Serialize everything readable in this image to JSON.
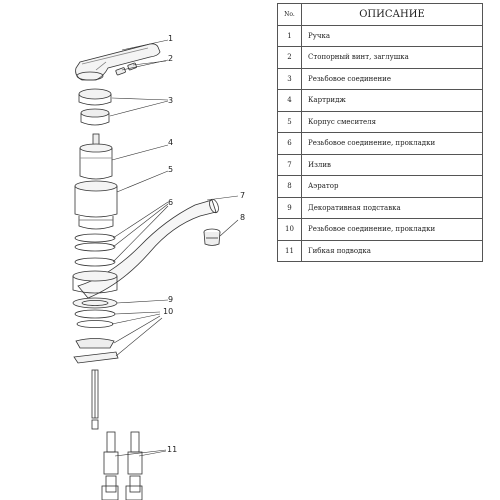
{
  "table": {
    "header": {
      "num": "No.",
      "desc": "ОПИСАНИЕ"
    },
    "rows": [
      {
        "num": "1",
        "desc": "Ручка"
      },
      {
        "num": "2",
        "desc": "Стопорный винт, заглушка"
      },
      {
        "num": "3",
        "desc": "Резьбовое соединение"
      },
      {
        "num": "4",
        "desc": "Картридж"
      },
      {
        "num": "5",
        "desc": "Корпус смесителя"
      },
      {
        "num": "6",
        "desc": "Резьбовое соединение, прокладки"
      },
      {
        "num": "7",
        "desc": "Излив"
      },
      {
        "num": "8",
        "desc": "Аэратор"
      },
      {
        "num": "9",
        "desc": "Декоративная подставка"
      },
      {
        "num": "10",
        "desc": "Резьбовое соединение, прокладки"
      },
      {
        "num": "11",
        "desc": "Гибкая подводка"
      }
    ]
  },
  "callouts": [
    "1",
    "2",
    "3",
    "4",
    "5",
    "6",
    "7",
    "8",
    "9",
    "10",
    "11"
  ]
}
